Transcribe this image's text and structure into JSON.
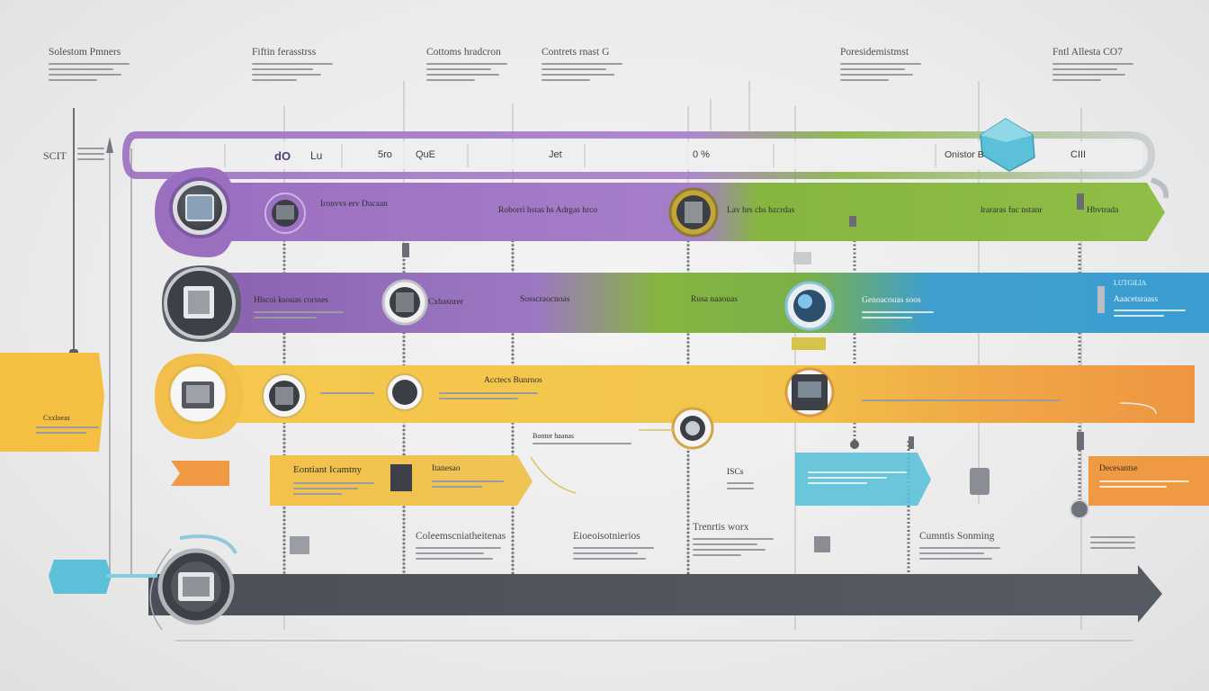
{
  "colors": {
    "purple": "#9b6fc0",
    "green": "#86b540",
    "blue": "#3f9fcf",
    "yellow": "#f2c64a",
    "orange": "#ef9a43",
    "dark": "#4d5159",
    "cyan": "#5cc1d8"
  },
  "header_columns": [
    {
      "title": "Solestom Pmners"
    },
    {
      "title": "Fiftin ferasstrss"
    },
    {
      "title": "Cottoms hradcron"
    },
    {
      "title": "Contrets rnast G"
    },
    {
      "title": "Poresidemistmst"
    },
    {
      "title": "Fntl Allesta CO7"
    }
  ],
  "left_marker": "SCIT",
  "top_band_items": [
    "dO",
    "Lu",
    "5ro",
    "QuE",
    "Jet",
    "0 %",
    "Onistor B",
    "CIII"
  ],
  "rows": {
    "purple": {
      "label_a": "Ironvvs erv Ducaan",
      "label_b": "Roborri hstas hs Adrgas hrco",
      "label_c": "Lav hrs chs hzcrdas",
      "label_d": "lrararas fuc nstanr",
      "label_e": "Hbvtrada"
    },
    "green": {
      "label_a": "Hlscoi ksouas corsses",
      "label_b": "Cxbasnrer",
      "label_c": "Sosscraocnoas",
      "label_d": "Rusa naaouas",
      "label_e": "Genoacouas soos",
      "label_f": "LUTGiLlA",
      "label_g": "Aaacetsraass"
    },
    "yellow": {
      "label_a": "Acctecs Bunrnos",
      "label_b": "Cxxloeas",
      "label_c": "Bontor haanas"
    },
    "sub": {
      "label_a": "Eontiant Icamtny",
      "label_b": "Itanesao",
      "label_c": "Decesantse",
      "label_d": "ISCs"
    }
  },
  "bottom_columns": [
    {
      "title": "Coleemscniatheitenas"
    },
    {
      "title": "Eioeoisotnierios"
    },
    {
      "title": "Trenrtis worx"
    },
    {
      "title": "Cumntis Sonming"
    }
  ],
  "icons": [
    "device-icon",
    "printer-icon",
    "server-icon",
    "laptop-icon",
    "display-icon",
    "router-icon",
    "tower-icon",
    "network-node-icon"
  ]
}
